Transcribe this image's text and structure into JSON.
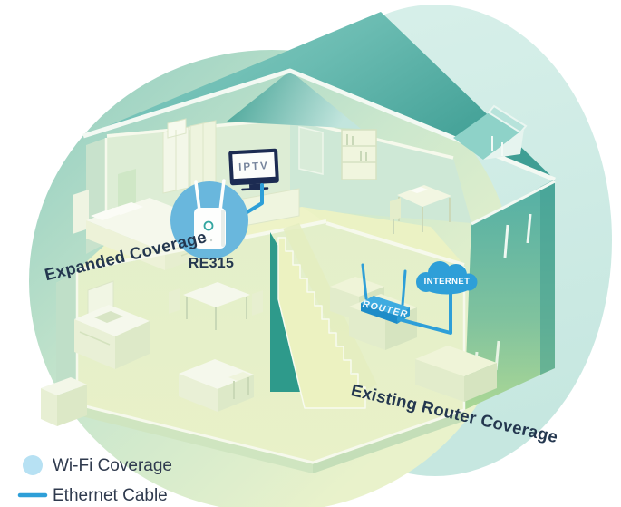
{
  "devices": {
    "extender_model": "RE315",
    "tv_screen_label": "IPTV",
    "router_label": "ROUTER",
    "internet_label": "INTERNET"
  },
  "coverage_labels": {
    "expanded": "Expanded Coverage",
    "existing": "Existing Router Coverage"
  },
  "legend": {
    "wifi": "Wi-Fi Coverage",
    "ethernet": "Ethernet Cable"
  },
  "colors": {
    "ethernet_blue": "#2E9FD8",
    "extender_halo_blue": "#69B7DD",
    "wifi_legend_blue": "#B7E1F3",
    "label_navy": "#24374F",
    "roof_teal": "#5FB3A9",
    "tv_frame_navy": "#1C2B52"
  }
}
